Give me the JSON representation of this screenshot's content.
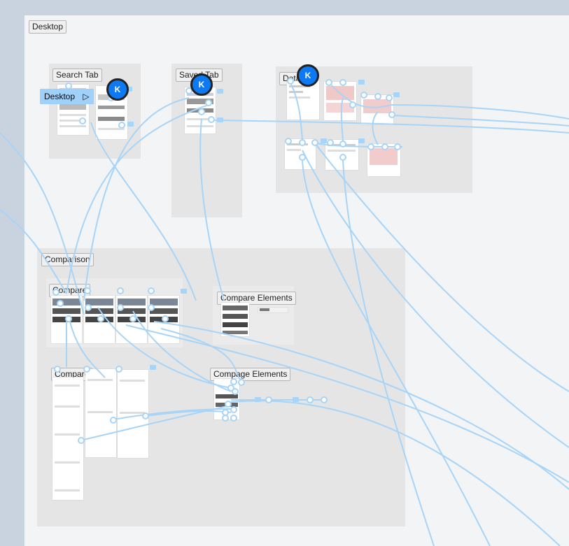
{
  "canvas": {
    "desktop_label": "Desktop"
  },
  "sections": {
    "search_tab": "Search Tab",
    "saved_tab": "Saved Tab",
    "details": "Details",
    "comparison": "Comparison",
    "compare_a": "Compare",
    "compare_b": "Compare",
    "compare_elements": "Compare Elements",
    "compage_elements": "Compage Elements"
  },
  "cursor": {
    "label": "Desktop"
  },
  "avatars": {
    "user_a": "K",
    "user_b": "K",
    "user_c": "K"
  },
  "colors": {
    "wire": "#a7d4f7",
    "avatar": "#0d79f2",
    "section_bg": "#e5e5e5",
    "canvas_bg": "#f2f4f6"
  },
  "icons": {
    "cursor": "pointer-arrow-icon"
  }
}
